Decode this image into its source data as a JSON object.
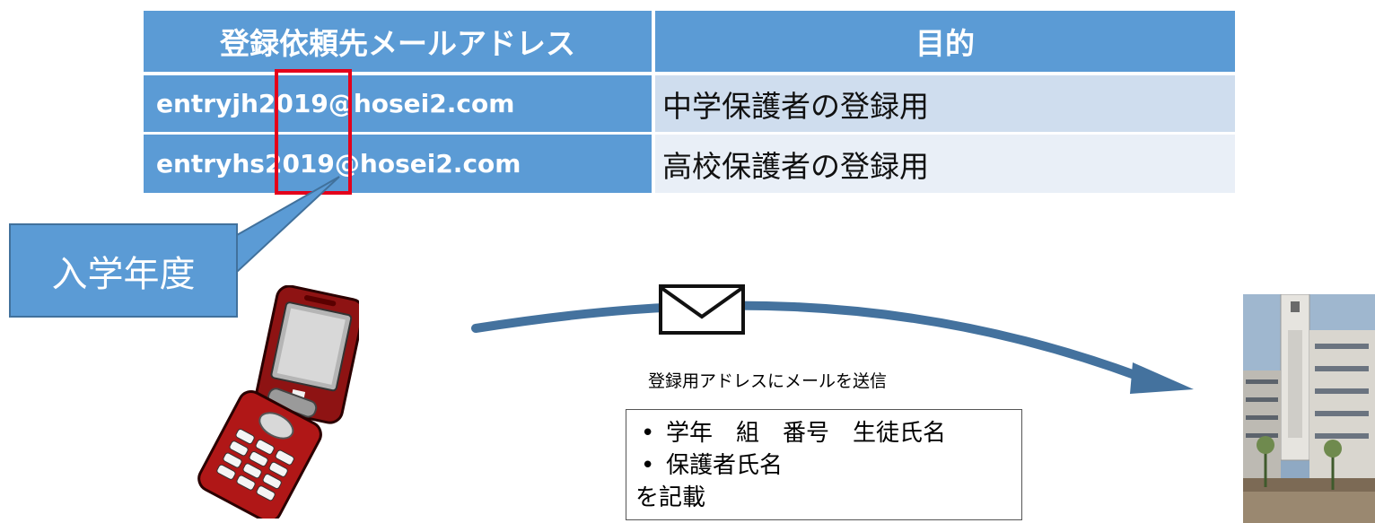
{
  "table": {
    "headers": [
      "登録依頼先メールアドレス",
      "目的"
    ],
    "rows": [
      {
        "address": "entryjh2019@hosei2.com",
        "purpose": "中学保護者の登録用"
      },
      {
        "address": "entryhs2019@hosei2.com",
        "purpose": "高校保護者の登録用"
      }
    ]
  },
  "callout": {
    "label": "入学年度"
  },
  "flow": {
    "caption": "登録用アドレスにメールを送信"
  },
  "note": {
    "bullets": [
      "学年　組　番号　生徒氏名",
      "保護者氏名"
    ],
    "tail": "を記載"
  },
  "icons": [
    "mobile-phone-icon",
    "envelope-icon",
    "school-building-icon"
  ],
  "colors": {
    "header": "#5b9bd5",
    "row1": "#cfddee",
    "row2": "#e9eff7",
    "highlight": "#e4001b",
    "arrow": "#44729e"
  }
}
